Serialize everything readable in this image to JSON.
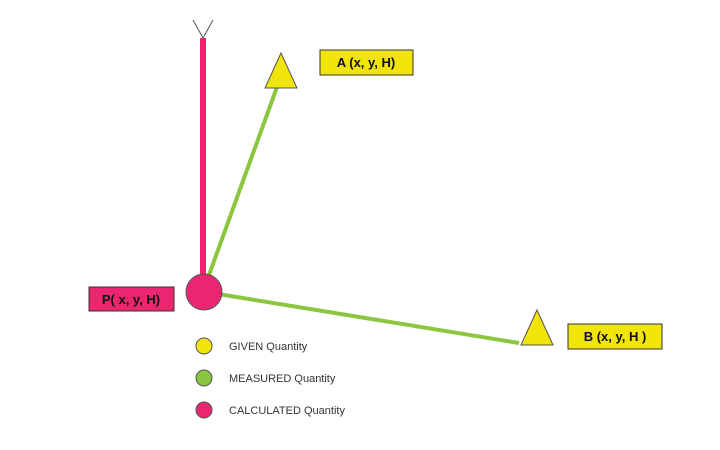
{
  "colors": {
    "given": "#f1e40a",
    "measured": "#8cc63f",
    "calculated": "#ea2670",
    "label_border": "#333333"
  },
  "points": {
    "p": {
      "label": "P( x, y, H)"
    },
    "a": {
      "label": "A (x, y, H)"
    },
    "b": {
      "label": "B (x, y, H )"
    }
  },
  "legend": [
    {
      "label": "GIVEN Quantity",
      "color_key": "given"
    },
    {
      "label": "MEASURED Quantity",
      "color_key": "measured"
    },
    {
      "label": "CALCULATED Quantity",
      "color_key": "calculated"
    }
  ]
}
